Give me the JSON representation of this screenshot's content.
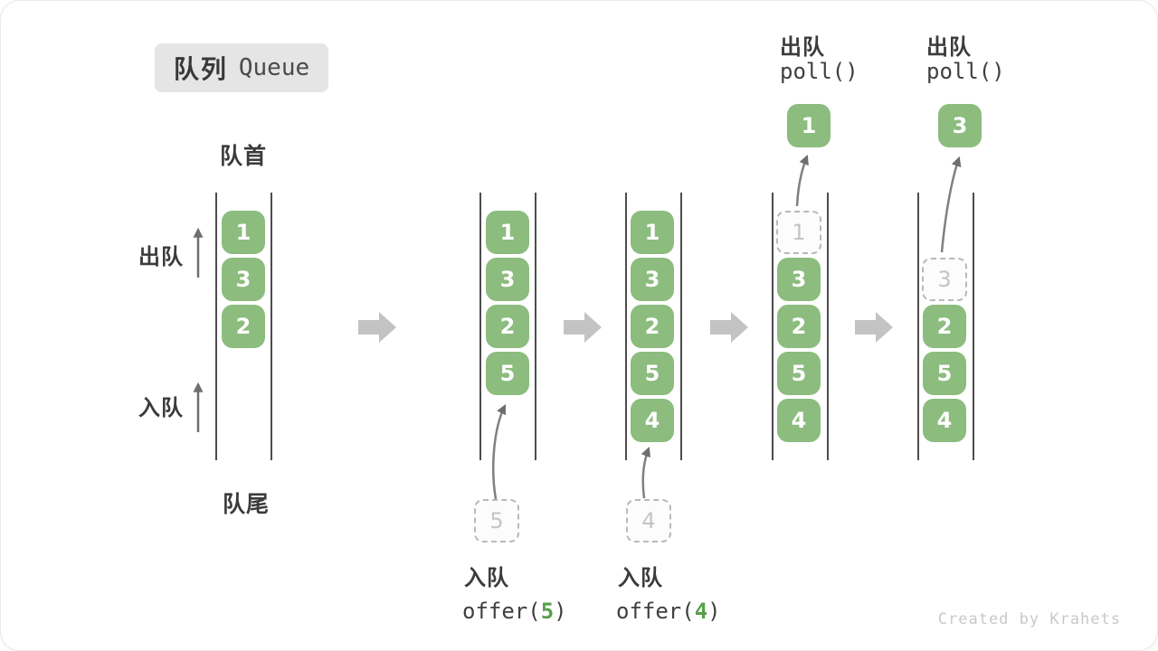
{
  "title": {
    "zh": "队列",
    "en": "Queue"
  },
  "labels": {
    "front": "队首",
    "rear": "队尾",
    "dequeue_side": "出队",
    "enqueue_side": "入队"
  },
  "operations": {
    "enqueue_5": {
      "label": "入队",
      "code_before": "offer(",
      "arg": "5",
      "code_after": ")"
    },
    "enqueue_4": {
      "label": "入队",
      "code_before": "offer(",
      "arg": "4",
      "code_after": ")"
    },
    "dequeue_1": {
      "label": "出队",
      "code": "poll()"
    },
    "dequeue_2": {
      "label": "出队",
      "code": "poll()"
    }
  },
  "queues": [
    {
      "name": "state-1",
      "boxes": [
        {
          "value": "1",
          "slot": 0,
          "style": "solid"
        },
        {
          "value": "3",
          "slot": 1,
          "style": "solid"
        },
        {
          "value": "2",
          "slot": 2,
          "style": "solid"
        }
      ]
    },
    {
      "name": "state-2-after-offer-5",
      "incoming_value": "5",
      "boxes": [
        {
          "value": "1",
          "slot": 0,
          "style": "solid"
        },
        {
          "value": "3",
          "slot": 1,
          "style": "solid"
        },
        {
          "value": "2",
          "slot": 2,
          "style": "solid"
        },
        {
          "value": "5",
          "slot": 3,
          "style": "solid"
        }
      ]
    },
    {
      "name": "state-3-after-offer-4",
      "incoming_value": "4",
      "boxes": [
        {
          "value": "1",
          "slot": 0,
          "style": "solid"
        },
        {
          "value": "3",
          "slot": 1,
          "style": "solid"
        },
        {
          "value": "2",
          "slot": 2,
          "style": "solid"
        },
        {
          "value": "5",
          "slot": 3,
          "style": "solid"
        },
        {
          "value": "4",
          "slot": 4,
          "style": "solid"
        }
      ]
    },
    {
      "name": "state-4-after-poll-1",
      "outgoing_value": "1",
      "boxes": [
        {
          "value": "1",
          "slot": 0,
          "style": "dashed"
        },
        {
          "value": "3",
          "slot": 1,
          "style": "solid"
        },
        {
          "value": "2",
          "slot": 2,
          "style": "solid"
        },
        {
          "value": "5",
          "slot": 3,
          "style": "solid"
        },
        {
          "value": "4",
          "slot": 4,
          "style": "solid"
        }
      ]
    },
    {
      "name": "state-5-after-poll-3",
      "outgoing_value": "3",
      "boxes": [
        {
          "value": "3",
          "slot": 1,
          "style": "dashed"
        },
        {
          "value": "2",
          "slot": 2,
          "style": "solid"
        },
        {
          "value": "5",
          "slot": 3,
          "style": "solid"
        },
        {
          "value": "4",
          "slot": 4,
          "style": "solid"
        }
      ]
    }
  ],
  "watermark": "Created by Krahets",
  "colors": {
    "box_green": "#8cbc7e",
    "code_arg_green": "#58a04a",
    "transition_arrow_gray": "#c3c3c3",
    "dashed_border_gray": "#b9b9b9",
    "wall_gray": "#4d4d4d",
    "badge_bg": "#e5e5e5"
  }
}
